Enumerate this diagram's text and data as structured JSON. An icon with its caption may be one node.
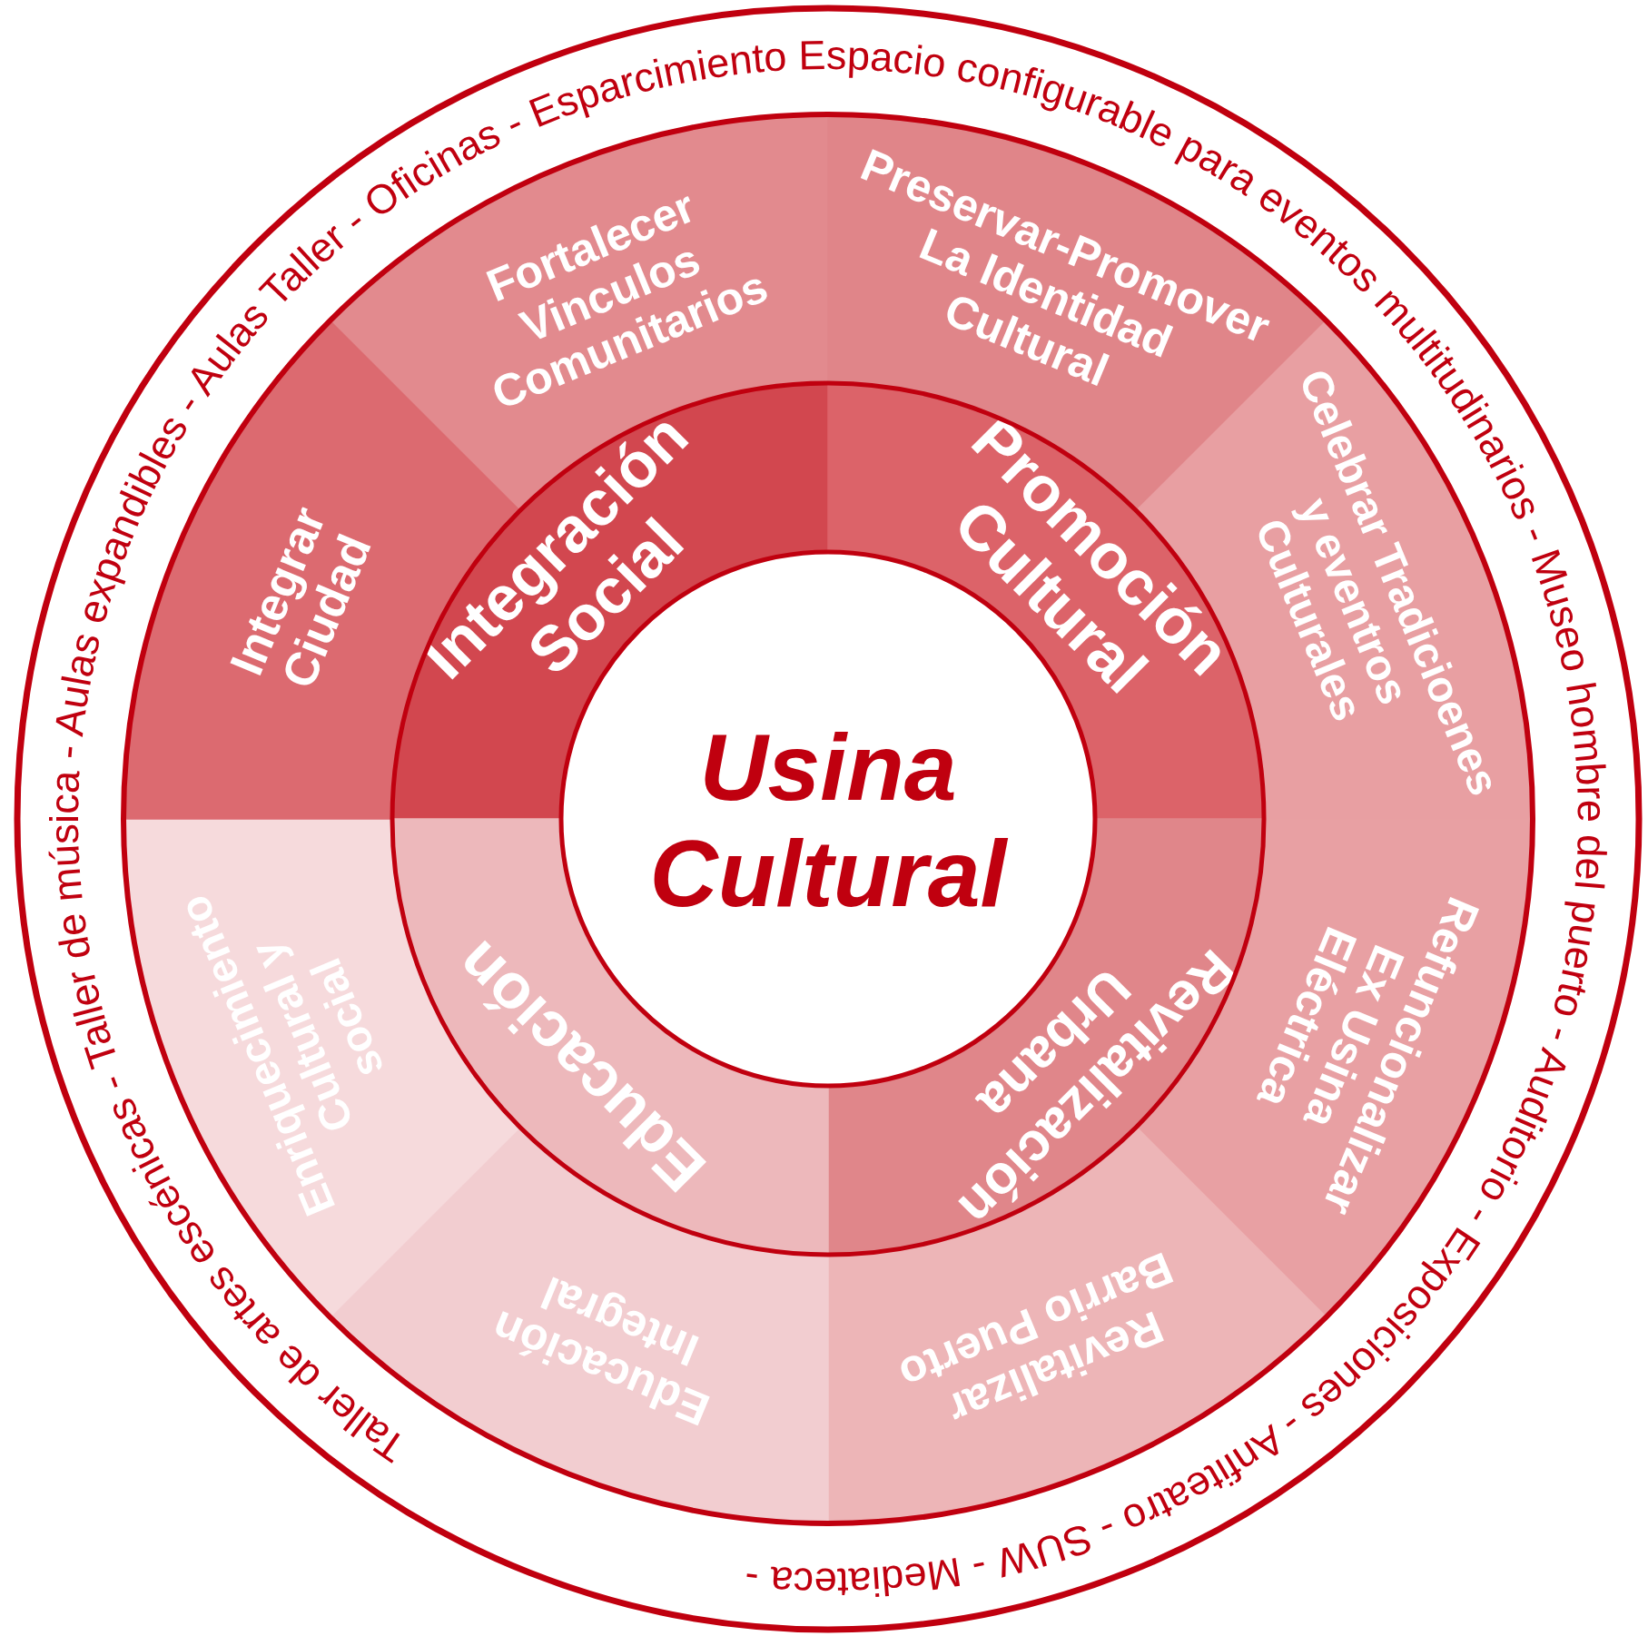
{
  "diagram": {
    "nodes": [
      {
        "text": [
          "Usina Cultural"
        ]
      },
      {
        "text": [
          "Integración Social"
        ]
      },
      {
        "text": [
          "Promoción Cultural"
        ]
      },
      {
        "text": [
          "Revitalización Urbana"
        ]
      },
      {
        "text": [
          "Educación"
        ]
      },
      {
        "text": [
          "Fortalecer Vinculos Comunitarios"
        ]
      },
      {
        "text": [
          "Preservar-Promover La Identidad Cultural"
        ]
      },
      {
        "text": [
          "Celebrar Tradicioenes y eventros Culturales"
        ]
      },
      {
        "text": [
          "Refuncionalizar Ex Usina Eléctrica"
        ]
      },
      {
        "text": [
          "Revitalizar Barrio Puerto"
        ]
      },
      {
        "text": [
          "Educación Integral"
        ]
      },
      {
        "text": [
          "Enriquecimiento Cultural y social"
        ]
      },
      {
        "text": [
          "Integrar Ciudad"
        ]
      }
    ],
    "edges": [],
    "labels": [
      "Taller de artes escénicas - Taller de música - Aulas expandibles - Aulas Taller - Oficinas - Esparcimiento Espacio configurable para eventos multitudinarios - Museo hombre del puerto - Auditorio - Exposiciones - Anfiteatro - SUW - Mediateca -"
    ]
  }
}
